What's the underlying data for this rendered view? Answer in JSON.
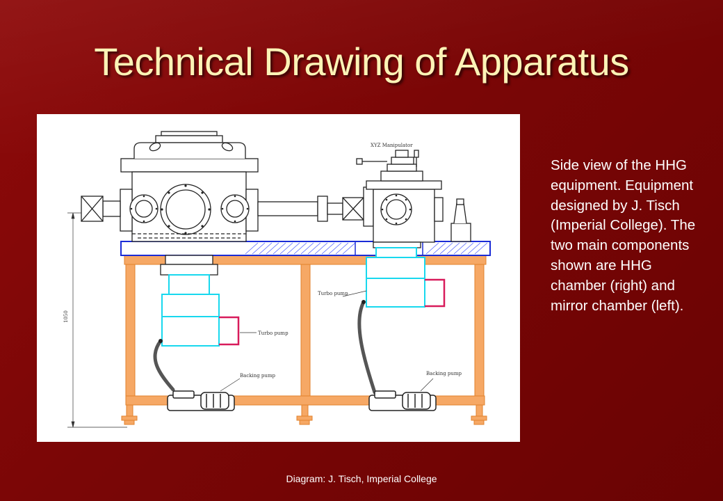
{
  "slide": {
    "title": "Technical Drawing of Apparatus",
    "caption": "Side view of the HHG equipment. Equipment designed by J. Tisch (Imperial College). The two main components shown are HHG chamber (right) and mirror chamber (left).",
    "credit": "Diagram: J. Tisch, Imperial College"
  },
  "drawing": {
    "labels": {
      "manipulator": "XYZ Manipulator",
      "turbo_left": "Turbo pump",
      "turbo_right": "Turbo pump",
      "backing_left": "Backing pump",
      "backing_right": "Backing pump",
      "height_dim": "1050"
    },
    "colors": {
      "frame": "#f6a865",
      "frame_edge": "#e2822c",
      "table": "#1a2bd6",
      "turbo": "#18d8ee",
      "motor": "#d81b5b",
      "line": "#222222"
    }
  }
}
